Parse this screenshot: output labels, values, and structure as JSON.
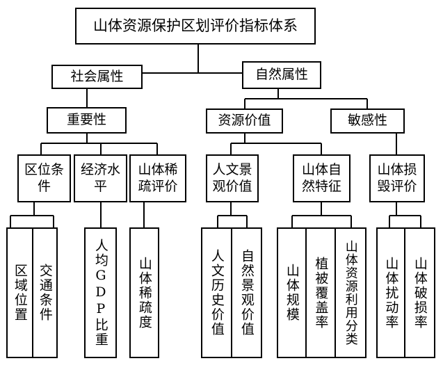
{
  "title": "山体资源保护区划评价指标体系",
  "level1": {
    "social": "社会属性",
    "natural": "自然属性"
  },
  "level2": {
    "importance": "重要性",
    "resource_value": "资源价值",
    "sensitivity": "敏感性"
  },
  "level3": {
    "location": "区位条件",
    "economy": "经济水平",
    "sparsity": "山体稀疏评价",
    "humanities": "人文景观价值",
    "natural_features": "山体自然特征",
    "damage": "山体损毁评价"
  },
  "level4": {
    "area_location": "区域位置",
    "traffic": "交通条件",
    "gdp_ratio": "人均GDP比重",
    "sparsity_degree": "山体稀疏度",
    "human_history": "人文历史价值",
    "natural_scenery": "自然景观价值",
    "scale": "山体规模",
    "vegetation": "植被覆盖率",
    "land_use": "山体资源利用分类",
    "disturbance": "山体扰动率",
    "breakage": "山体破损率"
  }
}
